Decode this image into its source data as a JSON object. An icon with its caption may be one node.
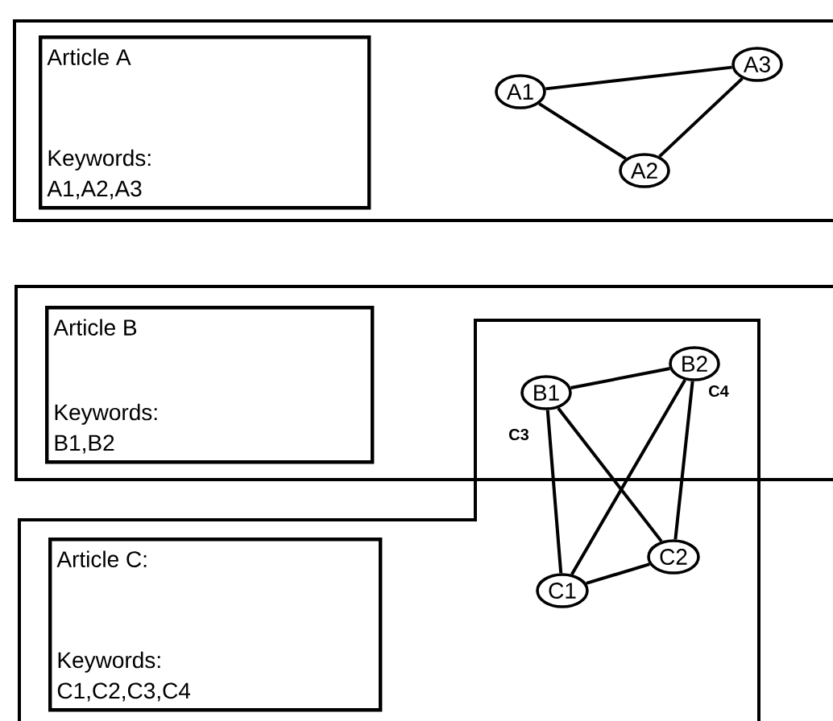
{
  "diagram": {
    "nodes": [
      {
        "text": [],
        "shape": "box"
      },
      {
        "text": [
          "Article A",
          "Keywords: A1,A2,A3"
        ],
        "in": 0
      },
      {
        "text": [
          "A1"
        ],
        "in": 0
      },
      {
        "text": [
          "A3"
        ],
        "in": 0
      },
      {
        "text": [
          "A2"
        ],
        "in": 0
      },
      {
        "text": [],
        "shape": "box"
      },
      {
        "text": [
          "Article B",
          "Keywords: B1,B2"
        ],
        "in": 5
      },
      {
        "text": [],
        "shape": "box"
      },
      {
        "text": [
          "Article C:",
          "Keywords: C1,C2,C3,C4"
        ],
        "in": 7
      },
      {
        "text": [
          "B1"
        ]
      },
      {
        "text": [
          "B2"
        ]
      },
      {
        "text": [
          "C1"
        ],
        "in": 7
      },
      {
        "text": [
          "C2"
        ],
        "in": 7
      }
    ],
    "edges": [
      {
        "from": 2,
        "to": 3,
        "arrow": "none"
      },
      {
        "from": 2,
        "to": 4,
        "arrow": "none"
      },
      {
        "from": 3,
        "to": 4,
        "arrow": "none"
      },
      {
        "from": 9,
        "to": 10,
        "arrow": "none"
      },
      {
        "from": 9,
        "to": 11,
        "arrow": "none"
      },
      {
        "from": 9,
        "to": 12,
        "arrow": "none"
      },
      {
        "from": 10,
        "to": 11,
        "arrow": "none"
      },
      {
        "from": 10,
        "to": 12,
        "arrow": "none"
      },
      {
        "from": 11,
        "to": 12,
        "arrow": "none"
      }
    ],
    "labels": [
      "C4",
      "C3"
    ]
  }
}
